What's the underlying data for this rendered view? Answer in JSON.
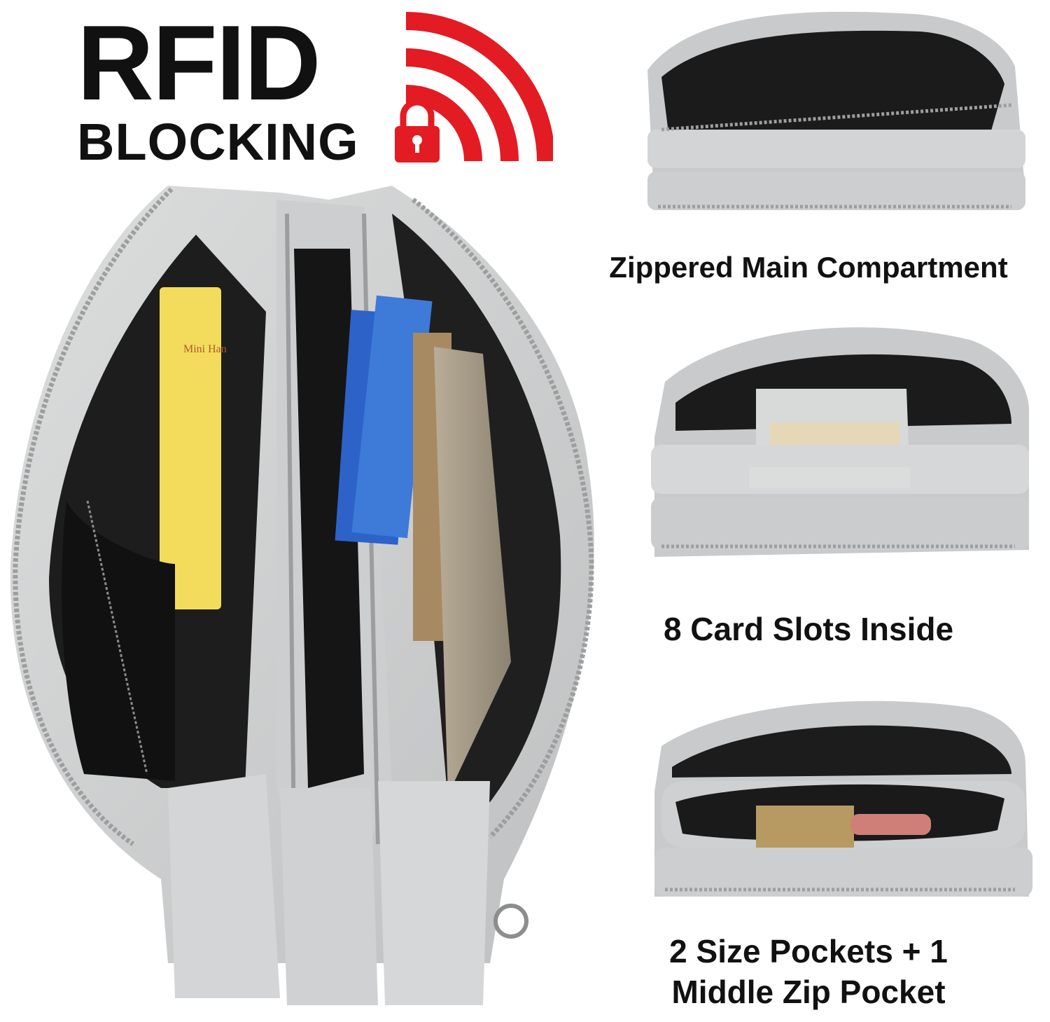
{
  "badge": {
    "line1": "RFID",
    "line2": "BLOCKING",
    "icon": "lock-signal-icon",
    "accent_color": "#e31b23",
    "text_color": "#111111"
  },
  "captions": {
    "main_compartment": "Zippered Main Compartment",
    "card_slots": "8 Card Slots Inside",
    "pockets_line1": "2 Size Pockets + 1",
    "pockets_line2": "Middle Zip Pocket"
  },
  "colors": {
    "leather": "#cfd0d1",
    "lining": "#1c1c1c",
    "zipper": "#b8b9ba"
  }
}
